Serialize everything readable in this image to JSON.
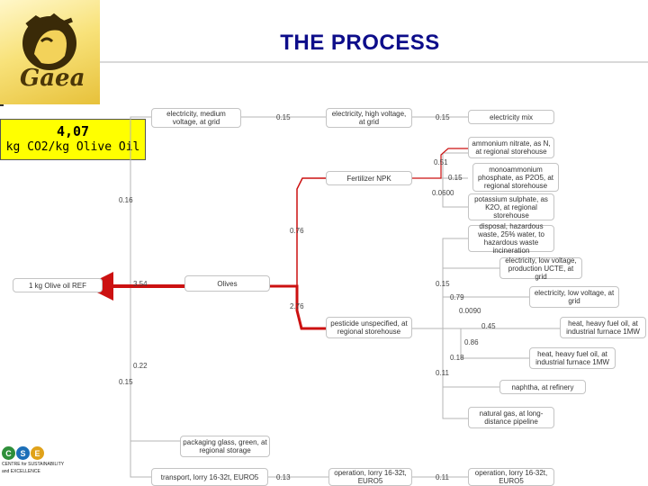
{
  "header": {
    "title": "THE PROCESS",
    "logo_text": "Gaea"
  },
  "highlight": {
    "value": "4,07",
    "unit": "kg CO2/kg Olive Oil"
  },
  "footer_logo": {
    "mark": "CSE",
    "text_line1": "CENTRE for SUSTAINABILITY",
    "text_line2": "and EXCELLENCE"
  },
  "nodes": {
    "elec_medium": "electricity, medium voltage, at grid",
    "elec_high": "electricity, high voltage, at grid",
    "elec_mix": "electricity mix",
    "ammonium_nitrate": "ammonium nitrate, as N, at regional storehouse",
    "fertilizer": "Fertilizer NPK",
    "monoammonium": "monoammonium phosphate, as P2O5, at regional storehouse",
    "potassium": "potassium sulphate, as K2O, at regional storehouse",
    "disposal": "disposal, hazardous waste, 25% water, to hazardous waste incineration",
    "elec_low_ucte": "electricity, low voltage, production UCTE, at grid",
    "olive_oil": "1 kg Olive oil REF",
    "olives": "Olives",
    "elec_low": "electricity, low voltage, at grid",
    "heat_1mw_a": "heat, heavy fuel oil, at industrial furnace 1MW",
    "pesticide": "pesticide unspecified, at regional storehouse",
    "heat_1mw_b": "heat, heavy fuel oil, at industrial furnace 1MW",
    "naphtha": "naphtha, at refinery",
    "natural_gas": "natural gas, at long-distance pipeline",
    "packaging": "packaging glass, green, at regional storage",
    "transport": "transport, lorry 16-32t, EURO5",
    "operation": "operation, lorry 16-32t, EURO5",
    "operation2": "operation, lorry 16-32t, EURO5"
  },
  "values": {
    "v_elec_med_high": "0.15",
    "v_high_mix": "0.15",
    "v_ammonium": "0.51",
    "v_mono": "0.15",
    "v_potassium": "0.0600",
    "v_elec_left": "0.16",
    "v_fertilizer": "0.76",
    "v_disposal": "0.15",
    "v_olives_oil": "3.54",
    "v_elec_low": "0.79",
    "v_small": "0.0090",
    "v_pesticide": "2.76",
    "v_heat_a": "0.45",
    "v_heat_b": "0.86",
    "v_naphtha_up": "0.18",
    "v_packaging": "0.22",
    "v_transport_left": "0.15",
    "v_naphtha": "0.11",
    "v_op": "0.13",
    "v_op2": "0.11"
  }
}
